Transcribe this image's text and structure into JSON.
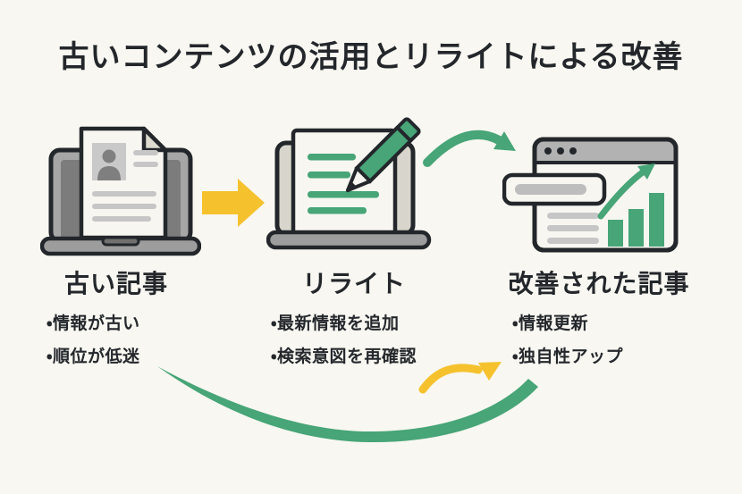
{
  "title": "古いコンテンツの活用とリライトによる改善",
  "palette": {
    "background": "#f8f7f1",
    "accent_green": "#47a577",
    "accent_yellow": "#f5c22e",
    "outline_dark": "#23272b",
    "neutral_gray": "#9d9d9d"
  },
  "steps": [
    {
      "heading": "古い記事",
      "icon": "old-article-laptop-icon",
      "bullets": [
        "・情報が古い",
        "・順位が低迷"
      ]
    },
    {
      "heading": "リライト",
      "icon": "rewrite-pencil-laptop-icon",
      "bullets": [
        "・最新情報を追加",
        "・検索意図を再確認"
      ]
    },
    {
      "heading": "改善された記事",
      "icon": "improved-article-chart-icon",
      "bullets": [
        "・情報更新",
        "・独自性アップ"
      ]
    }
  ],
  "arrows": [
    {
      "name": "step1-to-step2-arrow",
      "style": "block-right",
      "color": "#f5c22e"
    },
    {
      "name": "step2-to-step3-arrow",
      "style": "curved-right",
      "color": "#47a577"
    },
    {
      "name": "recycle-loop-arrow",
      "style": "long-bottom-swoosh",
      "color": "#47a577"
    },
    {
      "name": "loop-to-improved-arrow",
      "style": "curved-up-right",
      "color": "#f5c22e"
    }
  ]
}
